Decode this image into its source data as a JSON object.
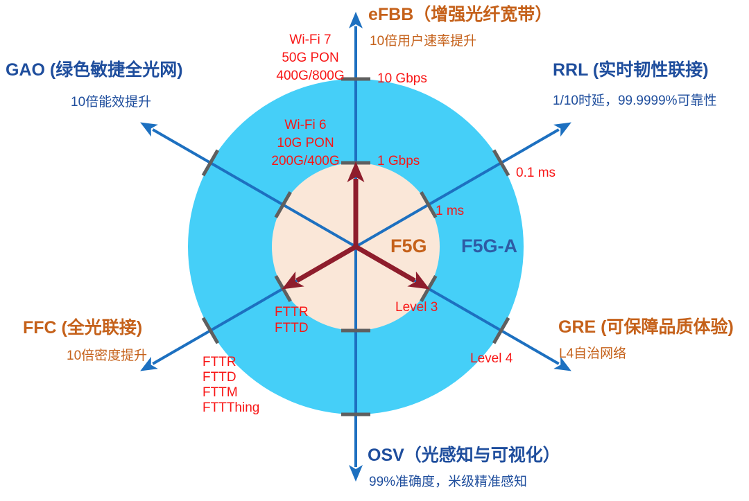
{
  "colors": {
    "background": "#FFFFFF",
    "outer_ring_cyan": "#45CFF8",
    "inner_ring_peach": "#FAE7D8",
    "axis_blue": "#1D70C0",
    "evolution_arrow_red": "#8E1D2C",
    "tick_gray": "#5F5F5F",
    "annotation_red": "#F81616",
    "theme_orange": "#C5611A",
    "theme_blue": "#1F4E9D",
    "f5ga_label_blue": "#2E5BA5"
  },
  "center": {
    "inner_ring_label": "F5G",
    "outer_ring_label": "F5G-A"
  },
  "sectors": {
    "efbb": {
      "title": "eFBB（增强光纤宽带）",
      "subtitle": "10倍用户速率提升"
    },
    "rrl": {
      "title": "RRL (实时韧性联接)",
      "subtitle": "1/10时延，99.9999%可靠性"
    },
    "gre": {
      "title": "GRE (可保障品质体验)",
      "subtitle": "L4自治网络"
    },
    "osv": {
      "title": "OSV（光感知与可视化）",
      "subtitle": "99%准确度，米级精准感知"
    },
    "ffc": {
      "title": "FFC (全光联接)",
      "subtitle": "10倍密度提升"
    },
    "gao": {
      "title": "GAO (绿色敏捷全光网)",
      "subtitle": "10倍能效提升"
    }
  },
  "ticks": {
    "speed_inner": "1 Gbps",
    "speed_outer": "10 Gbps",
    "latency_inner": "1 ms",
    "latency_outer": "0.1 ms",
    "autonomy_inner": "Level 3",
    "autonomy_outer": "Level 4"
  },
  "annotations": {
    "f5g_broadband": [
      "Wi-Fi 6",
      "10G PON",
      "200G/400G"
    ],
    "f5ga_broadband": [
      "Wi-Fi 7",
      "50G PON",
      "400G/800G"
    ],
    "f5g_fiber": [
      "FTTR",
      "FTTD"
    ],
    "f5ga_fiber": [
      "FTTR",
      "FTTD",
      "FTTM",
      "FTTThing"
    ]
  }
}
